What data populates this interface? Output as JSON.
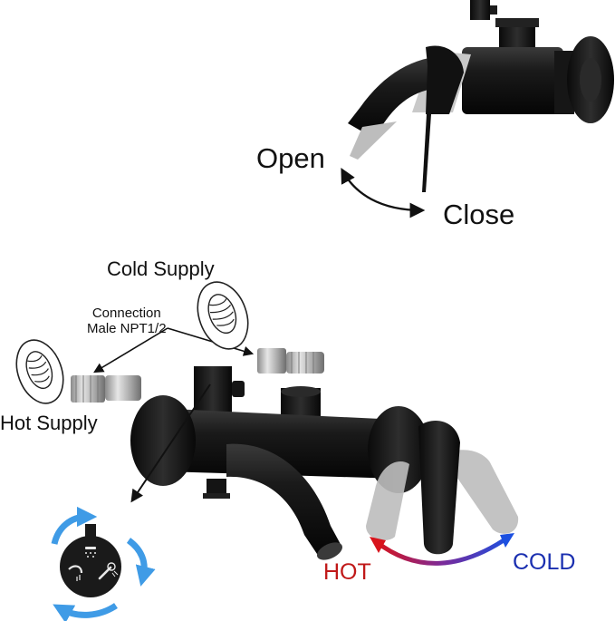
{
  "labels": {
    "open": "Open",
    "close": "Close",
    "cold_supply": "Cold Supply",
    "connection_line1": "Connection",
    "connection_line2": "Male NPT1/2",
    "hot_supply": "Hot Supply",
    "hot": "HOT",
    "cold": "COLD"
  },
  "colors": {
    "hot": "#c01818",
    "cold": "#1a2fb0",
    "diverter_arrows": "#3f9be6",
    "fixture": "#141414"
  },
  "icons": [
    "shower-head-icon",
    "tub-spout-icon",
    "hand-shower-icon"
  ]
}
